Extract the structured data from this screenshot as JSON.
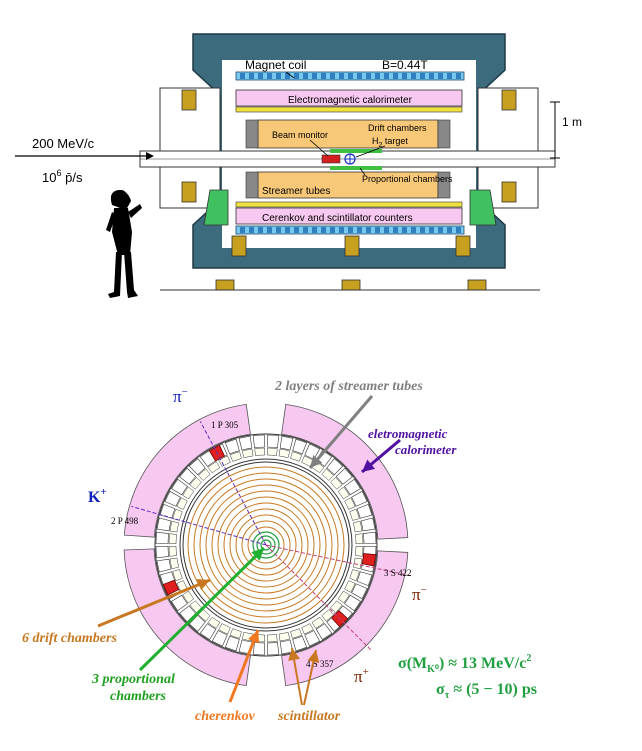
{
  "top": {
    "magnet_coil": "Magnet coil",
    "b_field": "B=0.44T",
    "em_calorimeter": "Electromagnetic calorimeter",
    "drift_chambers": "Drift chambers",
    "beam_monitor": "Beam monitor",
    "target_h": "H",
    "target_sub": "2",
    "target_word": "target",
    "proportional": "Proportional chambers",
    "streamer": "Streamer tubes",
    "cerenkov": "Cerenkov and scintillator counters",
    "scale": "1 m",
    "beam_momentum": "200 MeV/c",
    "beam_rate_base": "10",
    "beam_rate_exp": "6",
    "beam_rate_unit": "p̄/s"
  },
  "bottom": {
    "pi_minus_top": "π",
    "pi_minus_top_sup": "−",
    "kaon": "K",
    "kaon_sup": "+",
    "pi_minus_right": "π",
    "pi_minus_right_sup": "−",
    "pi_plus": "π",
    "pi_plus_sup": "+",
    "hit_1p": "1 P 305",
    "hit_2p": "2 P 498",
    "hit_3s": "3 S 422",
    "hit_4s": "4 S 357",
    "streamer_label": "2 layers of streamer tubes",
    "emcal_line1": "eletromagnetic",
    "emcal_line2": "calorimeter",
    "drift_label": "6 drift chambers",
    "prop_line1": "3 proportional",
    "prop_line2": "chambers",
    "cherenkov_label": "cherenkov",
    "scint_label": "scintillator",
    "formula1_lhs": "σ(M",
    "formula1_sub": "K⁰",
    "formula1_rhs": ")  ≈  13 MeV/c",
    "formula1_sup": "2",
    "formula2_lhs": "σ",
    "formula2_sub": "τ",
    "formula2_rhs": "  ≈  (5 − 10) ps"
  },
  "colors": {
    "yoke": "#3d6b7e",
    "pink": "#f7c8f0",
    "orange": "#f7c878",
    "cyan": "#78c8f0",
    "gold": "#c8a020",
    "green_formula": "#20a040",
    "drift_orange": "#c87820",
    "label_purple": "#5010a0",
    "streamer_gray": "#808080",
    "pion_blue": "#1020c0",
    "pion_brown": "#802000"
  }
}
